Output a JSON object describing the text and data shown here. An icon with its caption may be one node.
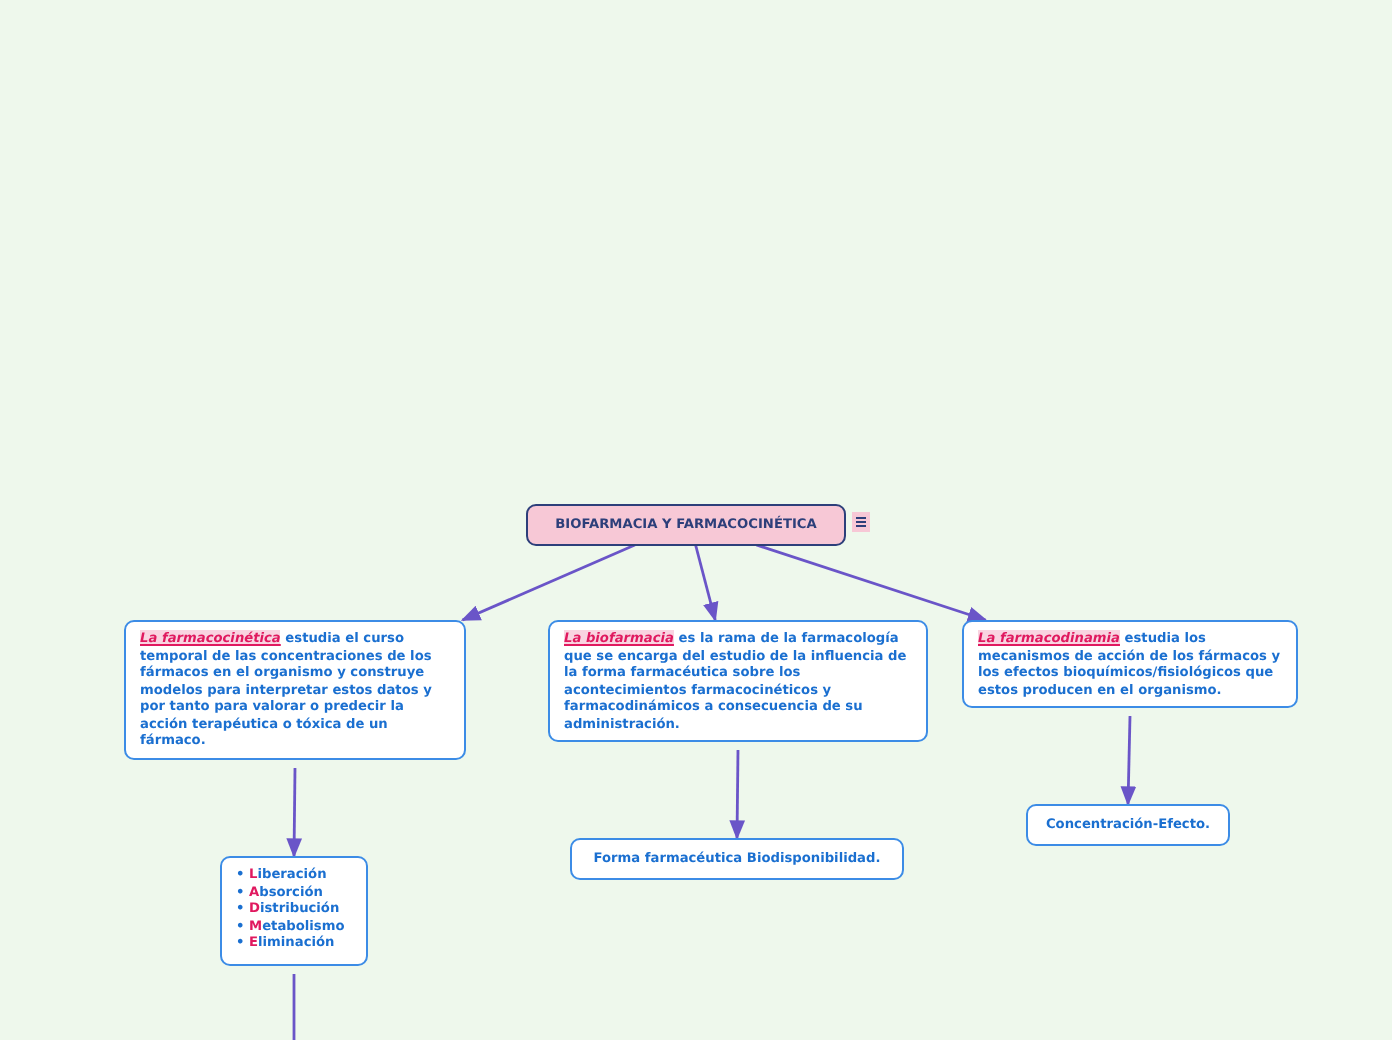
{
  "diagram": {
    "nodes": [
      {
        "text": [
          "BIOFARMACIA Y FARMACOCINÉTICA"
        ]
      },
      {
        "text": [
          "*La farmacocinética* estudia el curso temporal de las concentraciones de los fármacos en el organismo y construye modelos para interpretar estos datos y por tanto para valorar o predecir la acción terapéutica o tóxica de un fármaco."
        ]
      },
      {
        "text": [
          "*La biofarmacia* es la rama de la farmacología que se encarga del estudio de la influencia de la forma farmacéutica sobre los acontecimientos farmacocinéticos y farmacodinámicos a consecuencia de su administración."
        ]
      },
      {
        "text": [
          "*La farmacodinamia* estudia los mecanismos de acción de los fármacos y los efectos bioquímicos/fisiológicos que estos producen en el organismo."
        ]
      },
      {
        "text": [
          "• **L**iberación",
          "• **A**bsorción",
          "• **D**istribución",
          "• **M**etabolismo",
          "• **E**liminación"
        ]
      },
      {
        "text": [
          "Forma farmacéutica Biodisponibilidad."
        ]
      },
      {
        "text": [
          "Concentración-Efecto."
        ]
      }
    ],
    "edges": [
      {
        "from": 0,
        "to": 1,
        "arrow": "to"
      },
      {
        "from": 0,
        "to": 2,
        "arrow": "to"
      },
      {
        "from": 0,
        "to": 3,
        "arrow": "to"
      },
      {
        "from": 1,
        "to": 4,
        "arrow": "to"
      },
      {
        "from": 2,
        "to": 5,
        "arrow": "to"
      },
      {
        "from": 3,
        "to": 6,
        "arrow": "to"
      },
      {
        "from": 4,
        "to": null,
        "arrow": "none"
      }
    ]
  }
}
